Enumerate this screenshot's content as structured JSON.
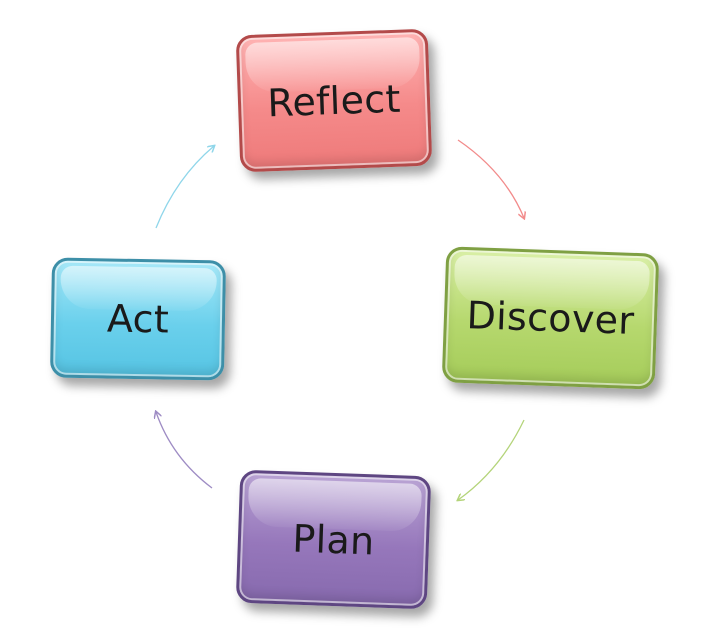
{
  "diagram": {
    "nodes": [
      {
        "id": "reflect",
        "label": "Reflect",
        "color": "#f58a8a"
      },
      {
        "id": "discover",
        "label": "Discover",
        "color": "#b6d86e"
      },
      {
        "id": "plan",
        "label": "Plan",
        "color": "#9677bb"
      },
      {
        "id": "act",
        "label": "Act",
        "color": "#6ad0ec"
      }
    ],
    "edges": [
      {
        "from": "reflect",
        "to": "discover",
        "color": "#f28b8b"
      },
      {
        "from": "discover",
        "to": "plan",
        "color": "#b4d47a"
      },
      {
        "from": "plan",
        "to": "act",
        "color": "#9e8cc4"
      },
      {
        "from": "act",
        "to": "reflect",
        "color": "#8fd6ea"
      }
    ]
  }
}
